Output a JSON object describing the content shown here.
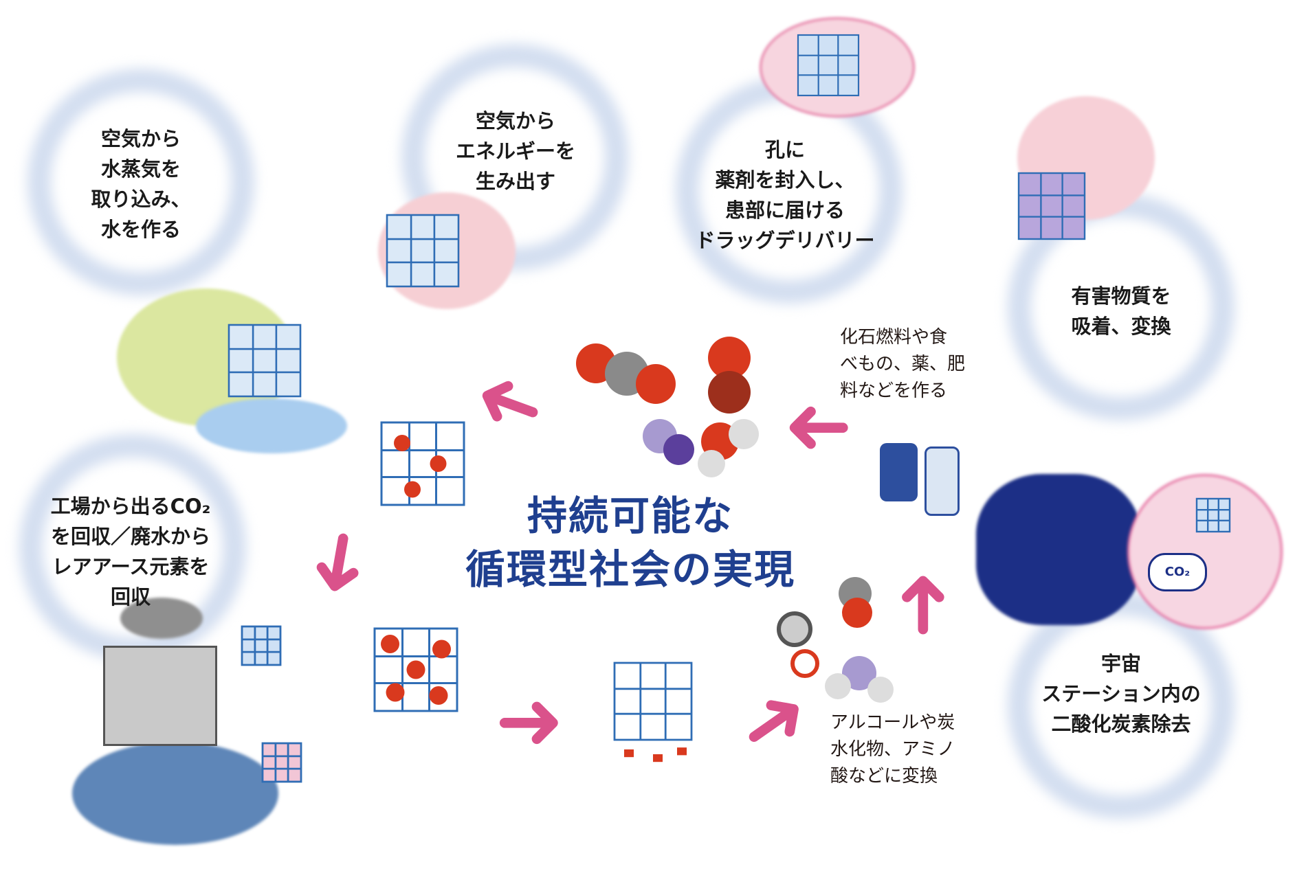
{
  "center_title": [
    "持続可能な",
    "循環型社会の実現"
  ],
  "topics": {
    "water": [
      "空気から",
      "水蒸気を",
      "取り込み、",
      "水を作る"
    ],
    "energy": [
      "空気から",
      "エネルギーを",
      "生み出す"
    ],
    "drug": [
      "孔に",
      "薬剤を封入し、",
      "患部に届ける",
      "ドラッグデリバリー"
    ],
    "harmful": [
      "有害物質を",
      "吸着、変換"
    ],
    "factory": [
      "工場から出るCO₂",
      "を回収／廃水から",
      "レアアース元素を",
      "回収"
    ],
    "space": [
      "宇宙",
      "ステーション内の",
      "二酸化炭素除去"
    ]
  },
  "notes": {
    "fuel": [
      "化石燃料や食",
      "べもの、薬、肥",
      "料などを作る"
    ],
    "convert": [
      "アルコールや炭",
      "水化物、アミノ",
      "酸などに変換"
    ]
  },
  "space_bubble_text": "CO₂",
  "colors": {
    "ring": "#d3def0",
    "arrow": "#d6407f",
    "title": "#1f3f8f",
    "cube": "#2f6db5",
    "node": "#e0503a",
    "molecule_red": "#d9391e",
    "molecule_gray": "#8a8a8a",
    "molecule_purple": "#8c7bc0"
  }
}
